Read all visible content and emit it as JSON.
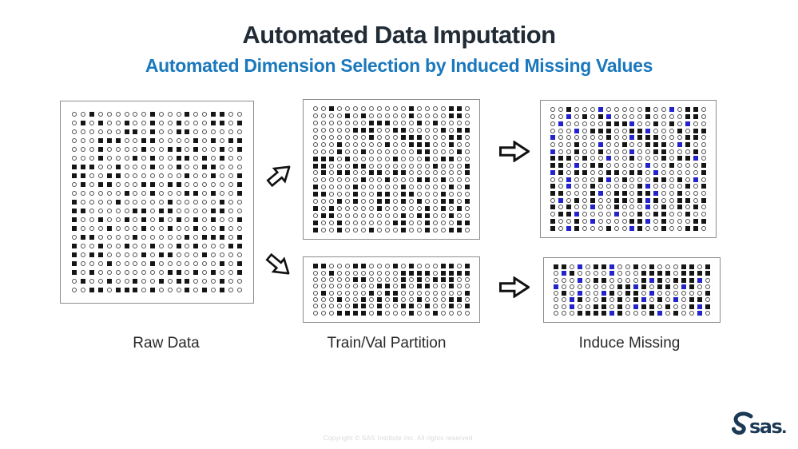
{
  "slide": {
    "title": "Automated Data Imputation",
    "subtitle": "Automated Dimension Selection by Induced Missing Values",
    "copyright": "Copyright © SAS Institute Inc. All rights reserved.",
    "logo_text": "sas"
  },
  "captions": {
    "raw": "Raw Data",
    "partition": "Train/Val Partition",
    "induce": "Induce Missing"
  },
  "colors": {
    "title_text": "#212b35",
    "subtitle_text": "#1a78bd",
    "black_cell": "#161616",
    "blue_cell": "#2323cc",
    "panel_border": "#8c8c8c",
    "logo": "#1b3a55"
  },
  "cell_glyphs": {
    "o": "open-circle",
    "b": "black-square",
    "u": "blue-square"
  },
  "panels": {
    "raw": {
      "cols": 20,
      "rows": [
        "ooboo oooob ooobo obboo",
        "obobo oboob ooboo obbob",
        "ooooo obbob oobbo ooooo",
        "ooobb boobb oooob obobb",
        "ooobo ooobo obbob oobob",
        "ooobo oobob oobbo boboo",
        "bbboo booob ooboo bbooo",
        "bboob boooo ooobo oboob",
        "obobb ooobb obboo oooob",
        "ooooo oboob ooobb oboob",
        "boooo boooo obooo ooboo",
        "bbooo oobbo bbooo obboo",
        "boobo obobo bobob oboob",
        "booob ooobo oboob ooboo",
        "obboo ooboo ooobo bbbob",
        "boobo oboob oobob ooobb",
        "bobbo ooobo bbooo boooo",
        "booob oooob ooooo oobob",
        "boboo ooooo obbob oboob",
        "oboob ooboo bobbo ooboo",
        "oobbo bbbob ooobo boboo"
      ]
    },
    "train": {
      "cols": 20,
      "rows": [
        "ooboo ooooo ooboo oobbo",
        "oooob obooo ooboo oobbo",
        "ooooo oobbb ooobo boooo",
        "ooooo bbboo bbooo obobb",
        "ooooo ooboo obbbo oobbo",
        "ooobo oooob oobbb ooboo",
        "ooobo obooo ooobb ooobo",
        "bbbob ooooo booob obboo",
        "bbooo bbooo ooooo booob",
        "obobb oobbo bbooo oooob",
        "ooooo oboob ooobb obooo",
        "boooo boooo obooo oobob",
        "bbooo boobb obboo obooo",
        "ooobo boobb obobo obbob",
        "boboo ooobo oooob obobo",
        "obboo ooooo obobb ooboo",
        "boobo ooooo bboob ooobb",
        "boobo ooboo oboob oobbo"
      ]
    },
    "val": {
      "cols": 20,
      "rows": [
        "bbooo bbooo boboo obbob",
        "ooboo ooooo obbbb obbbb",
        "ooooo bbooo obobo bbboo",
        "ooooo ooobb obobb ooboo",
        "obooo oobob boooo oooob",
        "ooobo obobo boobo oobbo",
        "ooooo bbobo obbob oobob",
        "ooobb bbobo ooboo boooo"
      ]
    },
    "induced_train": {
      "cols": 20,
      "rows": [
        "ooboo ouooo ooboo uobbo",
        "oouob obuoo ooboo oobbo",
        "ouooo oobbb uoobo bouoo",
        "ooouo bbboo bbuoo obobb",
        "uoooo ooboo ubbbo oobbo",
        "ooobo ouoob oobbb ouboo",
        "uoobo obooo uoobb ooobo",
        "bbbob oouoo booob obbuo",
        "bbouo bbooo oouoo booob",
        "ubobb oobbo bbouo oooob",
        "oouoo obuob ooobb obouo",
        "bouoo boooo obuoo oobob",
        "bbooo buobb obbuo obooo",
        "ouobo boobb obubo obbob",
        "boboo uoobo oouob obobo",
        "obbuo ooouo obobb ooboo",
        "boobo uoooo bbuob ooobb",
        "boubo ooboo uboob oobbo"
      ]
    },
    "induced_val": {
      "cols": 20,
      "rows": [
        "bbouo bbuoo boboo obbob",
        "ouboo oouoo obbbb obbbb",
        "ooouo bbooo obubo bbbuo",
        "uoooo ooobb ubobb ouboo",
        "obouo oubob bouoo oooob",
        "ooubo obobo buobo uobbo",
        "oouoo bbobo ubbob oobub",
        "ooobb bbubo oobuo boouo"
      ]
    }
  }
}
